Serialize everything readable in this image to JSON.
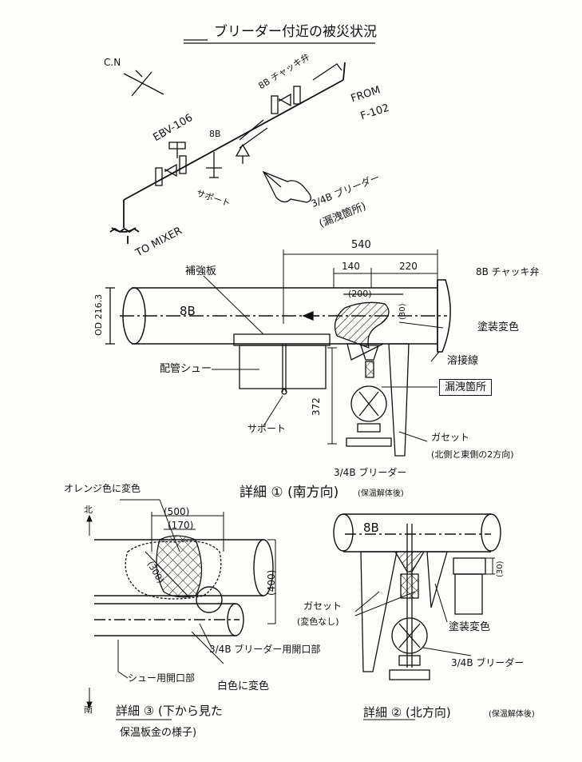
{
  "title": "ブリーダー付近の被災状況",
  "isometric": {
    "north_marker": "C.N",
    "valve_label": "8B チャッキ弁",
    "line_tag": "EBV-106",
    "from_label": "FROM",
    "from_tag": "F-102",
    "pipe_size": "8B",
    "support_label": "サポート",
    "to_label": "TO MIXER",
    "bleeder_label": "3/4B ブリーダー",
    "leak_label": "(漏洩箇所)"
  },
  "elevation": {
    "dim_total": "540",
    "dim_left": "140",
    "dim_right": "220",
    "dim_200": "(200)",
    "dim_30": "(30)",
    "dim_372": "372",
    "od_label": "OD 216.3",
    "pipe_size": "8B",
    "check_valve_label": "8B チャッキ弁",
    "reinforcement_label": "補強板",
    "pipe_shoe_label": "配管シュー",
    "support_label": "サポート",
    "paint_label": "塗装変色",
    "weld_label": "溶接線",
    "leak_label": "漏洩箇所",
    "gusset_label": "ガセット",
    "gusset_note": "(北側と東側の2方向)",
    "bleeder_label": "3/4B ブリーダー"
  },
  "detail1": {
    "title": "詳細 ① (南方向)",
    "note": "(保温解体後)"
  },
  "detail3": {
    "orange_label": "オレンジ色に変色",
    "north_label": "北",
    "dim_500": "(500)",
    "dim_170": "(170)",
    "dim_300": "(300)",
    "dim_400": "(400)",
    "bleeder_opening": "3/4B ブリーダー用開口部",
    "shoe_opening": "シュー用開口部",
    "white_label": "白色に変色",
    "south_label": "南",
    "title": "詳細 ③ (下から見た",
    "title2": "保温板金の様子)"
  },
  "detail2": {
    "pipe_size": "8B",
    "dim_30": "(30)",
    "gusset_label": "ガセット",
    "gusset_note": "(変色なし)",
    "paint_label": "塗装変色",
    "bleeder_label": "3/4B ブリーダー",
    "title": "詳細 ② (北方向)",
    "note": "(保温解体後)"
  }
}
